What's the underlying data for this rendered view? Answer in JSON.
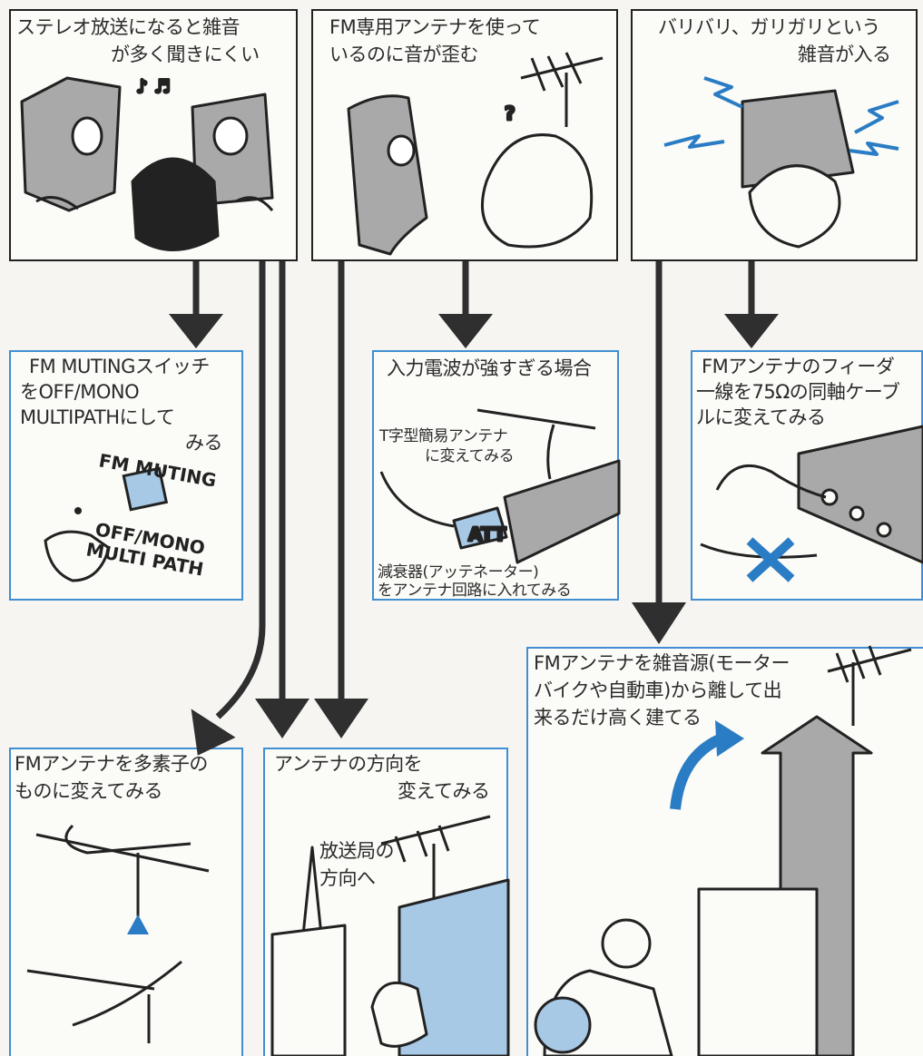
{
  "panels": {
    "stereo_noise": {
      "line1": "ステレオ放送になると雑音",
      "line2": "が多く聞きにくい"
    },
    "distortion": {
      "line1": "FM専用アンテナを使って",
      "line2": "いるのに音が歪む"
    },
    "crackle": {
      "line1": "バリバリ、ガリガリという",
      "line2": "雑音が入る"
    },
    "muting": {
      "line1": "FM MUTINGスイッチ",
      "line2": "をOFF/MONO",
      "line3": "MULTIPATHにして",
      "line4": "みる",
      "sw_title": "FM MUTING",
      "sw_opt1": "OFF/MONO",
      "sw_opt2": "MULTI PATH"
    },
    "strong_signal": {
      "title": "入力電波が強すぎる場合",
      "t_antenna1": "T字型簡易アンテナ",
      "t_antenna2": "に変えてみる",
      "att1": "減衰器(アッテネーター)",
      "att2": "をアンテナ回路に入れてみる",
      "att_label": "ATT"
    },
    "feeder": {
      "line1": "FMアンテナのフィーダ",
      "line2": "一線を75Ωの同軸ケーブ",
      "line3": "ルに変えてみる"
    },
    "move_antenna": {
      "line1": "FMアンテナを雑音源(モーター",
      "line2": "バイクや自動車)から離して出",
      "line3": "来るだけ高く建てる"
    },
    "multi_element": {
      "line1": "FMアンテナを多素子の",
      "line2": "ものに変えてみる"
    },
    "direction": {
      "line1": "アンテナの方向を",
      "line2": "変えてみる",
      "station1": "放送局の",
      "station2": "方向へ"
    }
  },
  "colors": {
    "border_top": "#222222",
    "border_blue": "#3f8fd2",
    "fill_blue": "#a8c9e6",
    "fill_gray": "#a9a9a9",
    "arrow": "#2f2f2f",
    "accent": "#2a7cc4"
  }
}
